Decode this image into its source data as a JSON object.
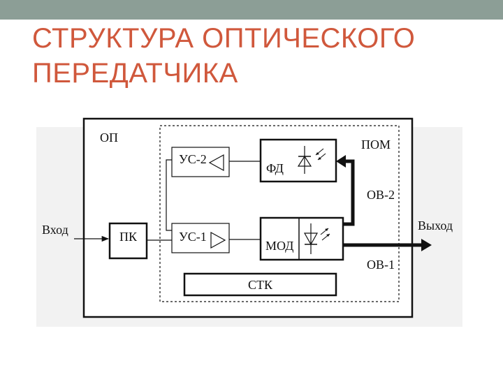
{
  "slide": {
    "title_line1": "СТРУКТУРА ОПТИЧЕСКОГО",
    "title_line2": "ПЕРЕДАТЧИКА"
  },
  "diagram": {
    "outer_label": "ОП",
    "inner_label": "ПОМ",
    "input_label": "Вход",
    "output_label": "Выход",
    "blocks": {
      "pk": "ПК",
      "us1": "УС-1",
      "us2": "УС-2",
      "fd": "ФД",
      "mod": "МОД",
      "stk": "СТК"
    },
    "fibers": {
      "ov1": "ОВ-1",
      "ov2": "ОВ-2"
    }
  },
  "colors": {
    "top_bar": "#8c9e96",
    "title": "#d0583c",
    "line": "#111111"
  }
}
